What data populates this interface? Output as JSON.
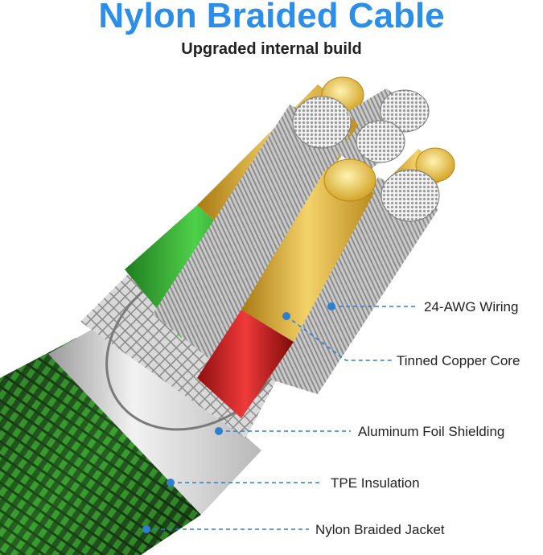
{
  "header": {
    "title": "Nylon Braided Cable",
    "subtitle": "Upgraded internal build"
  },
  "callouts": [
    {
      "label": "24-AWG Wiring"
    },
    {
      "label": "Tinned Copper Core"
    },
    {
      "label": "Aluminum Foil Shielding"
    },
    {
      "label": "TPE Insulation"
    },
    {
      "label": "Nylon Braided Jacket"
    }
  ],
  "colors": {
    "title": "#2b8ee8",
    "callout_line": "#2f7fd0",
    "jacket_green": "#2f8a2a",
    "wire_green": "#2ea62e",
    "wire_red": "#d02020",
    "copper_gold": "#e2b93a"
  }
}
